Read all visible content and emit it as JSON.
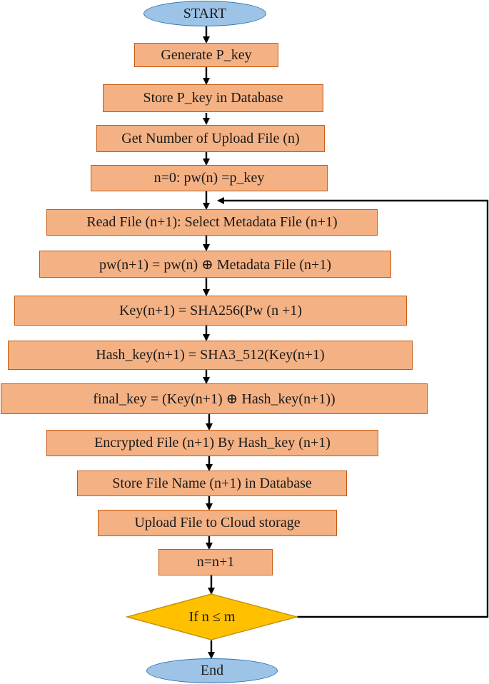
{
  "flowchart": {
    "start": "START",
    "steps": [
      "Generate P_key",
      "Store P_key in Database",
      "Get Number of Upload File (n)",
      "n=0: pw(n) =p_key",
      "Read File (n+1): Select Metadata File (n+1)",
      "pw(n+1) = pw(n) ⊕ Metadata File (n+1)",
      "Key(n+1) = SHA256(Pw (n +1)",
      "Hash_key(n+1) = SHA3_512(Key(n+1)",
      "final_key = (Key(n+1) ⊕ Hash_key(n+1))",
      "Encrypted File (n+1) By Hash_key (n+1)",
      "Store File Name (n+1) in Database",
      "Upload File to Cloud storage",
      "n=n+1"
    ],
    "decision": "If n ≤ m",
    "end": "End"
  },
  "colors": {
    "process_fill": "#f4b183",
    "process_border": "#c55a11",
    "terminal_fill": "#9dc3e6",
    "terminal_border": "#2e75b6",
    "decision_fill": "#ffc000",
    "decision_border": "#bf9000",
    "arrow": "#000000"
  }
}
